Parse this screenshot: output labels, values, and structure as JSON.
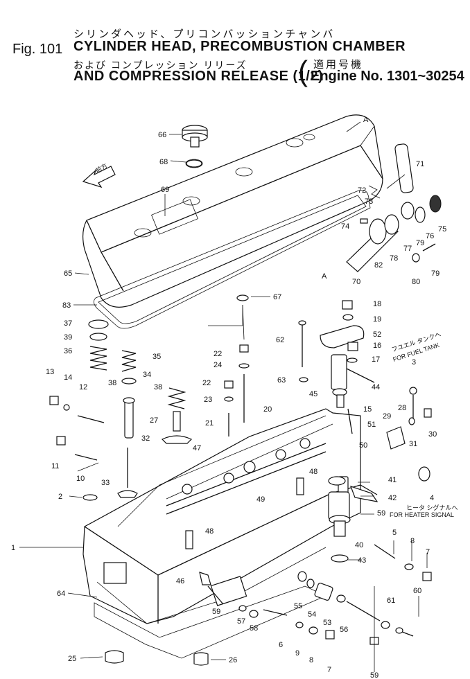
{
  "header": {
    "fig_label": "Fig. 101",
    "jp_title_1": "シリンダヘッド、プリコンバッションチャンバ",
    "title_1": "CYLINDER HEAD, PRECOMBUSTION CHAMBER",
    "jp_title_2": "および コンプレッション リリーズ",
    "title_2": "AND COMPRESSION RELEASE (1/2)",
    "applicable_jp": "適用号機",
    "applicable": "Engine No. 1301~30254"
  },
  "annotations": {
    "arrow_front": "前方",
    "mark_a_top": "A",
    "mark_a_left": "A",
    "fuel_tank_jp": "フユエル タンクへ",
    "fuel_tank": "FOR FUEL TANK",
    "heater_jp": "ヒータ シグナルへ",
    "heater": "FOR HEATER SIGNAL"
  },
  "callouts": [
    "66",
    "68",
    "69",
    "65",
    "83",
    "71",
    "72",
    "73",
    "74",
    "82",
    "78",
    "77",
    "79",
    "76",
    "75",
    "70",
    "80",
    "79",
    "67",
    "18",
    "19",
    "52",
    "16",
    "17",
    "62",
    "22",
    "24",
    "22",
    "23",
    "21",
    "20",
    "63",
    "45",
    "44",
    "37",
    "39",
    "36",
    "35",
    "34",
    "38",
    "38",
    "13",
    "14",
    "12",
    "27",
    "32",
    "3",
    "15",
    "51",
    "28",
    "29",
    "31",
    "30",
    "11",
    "10",
    "47",
    "50",
    "48",
    "41",
    "42",
    "4",
    "49",
    "48",
    "33",
    "2",
    "59",
    "40",
    "43",
    "5",
    "8",
    "7",
    "1",
    "46",
    "64",
    "61",
    "55",
    "54",
    "53",
    "56",
    "60",
    "57",
    "58",
    "6",
    "9",
    "8",
    "7",
    "59",
    "25",
    "26",
    "59"
  ]
}
